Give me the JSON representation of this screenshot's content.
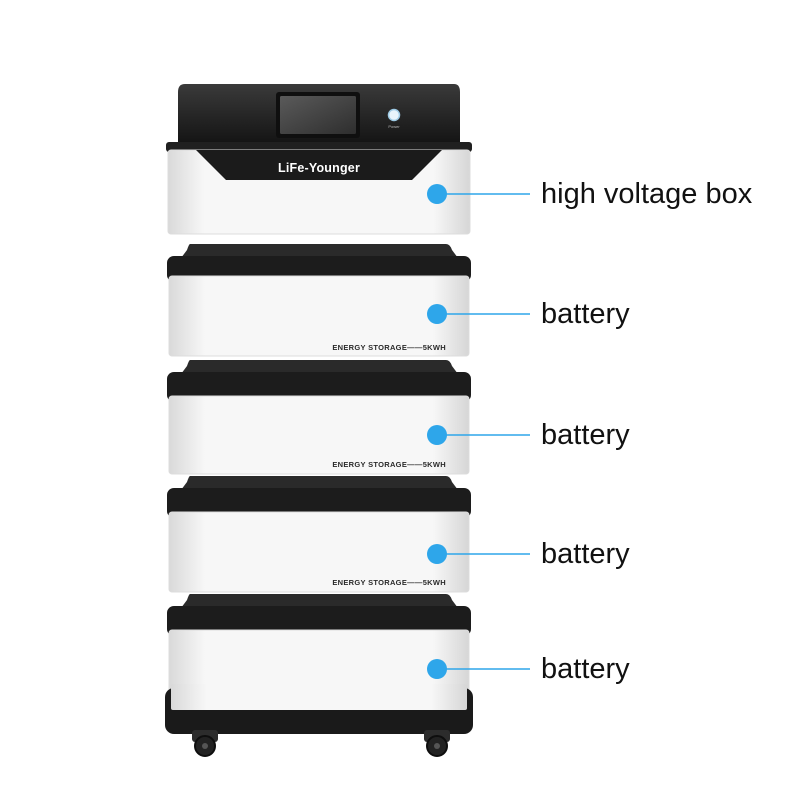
{
  "device": {
    "brand": "LiFe-Younger",
    "power_label": "Power",
    "module_label": "ENERGY STORAGE——5KWH"
  },
  "callouts": [
    {
      "label": "high voltage box"
    },
    {
      "label": "battery"
    },
    {
      "label": "battery"
    },
    {
      "label": "battery"
    },
    {
      "label": "battery"
    }
  ],
  "colors": {
    "callout_dot": "#2ea6ea",
    "callout_line": "#2ea6ea",
    "casing_dark": "#1c1c1c",
    "casing_light": "#f4f4f4"
  }
}
